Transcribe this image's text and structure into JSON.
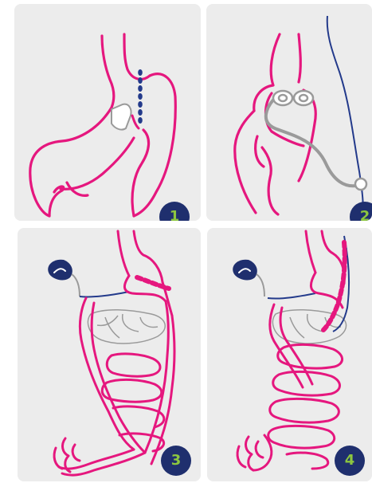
{
  "colors": {
    "stomach": "#e5177e",
    "band": "#233a8b",
    "device": "#9a9a9a",
    "badge_bg": "#1f2f6e",
    "badge_text": "#8cc63f",
    "panel_bg": "#ececec"
  },
  "panels": [
    {
      "number": "1",
      "illustration": "gastric-band"
    },
    {
      "number": "2",
      "illustration": "adjustable-band-with-port"
    },
    {
      "number": "3",
      "illustration": "gastric-bypass"
    },
    {
      "number": "4",
      "illustration": "sleeve-with-bypass"
    }
  ]
}
